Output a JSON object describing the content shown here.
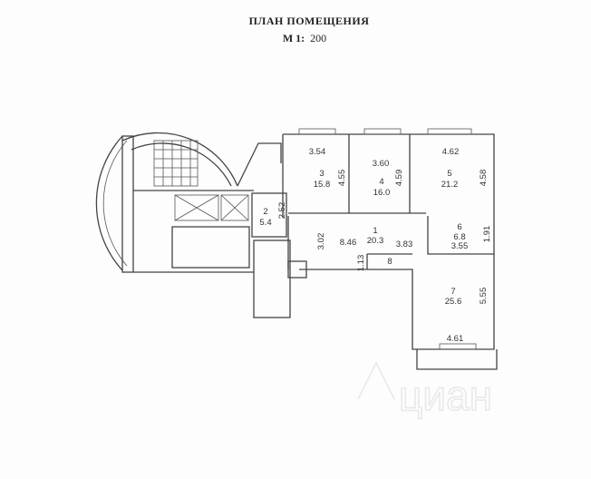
{
  "header": {
    "title": "ПЛАН ПОМЕЩЕНИЯ",
    "scale_prefix": "М 1:",
    "scale_value": "200"
  },
  "rooms": [
    {
      "number": "1",
      "area": "20.3"
    },
    {
      "number": "2",
      "area": "5.4"
    },
    {
      "number": "3",
      "area": "15.8"
    },
    {
      "number": "4",
      "area": "16.0"
    },
    {
      "number": "5",
      "area": "21.2"
    },
    {
      "number": "6",
      "area": "6.8"
    },
    {
      "number": "7",
      "area": "25.6"
    },
    {
      "number": "8",
      "area": ""
    }
  ],
  "dimensions": [
    "3.54",
    "4.55",
    "3.60",
    "4.59",
    "4.62",
    "4.58",
    "2.52",
    "3.02",
    "8.46",
    "3.83",
    "1.13",
    "3.55",
    "1.91",
    "5.55",
    "4.61"
  ],
  "watermark": "циан"
}
